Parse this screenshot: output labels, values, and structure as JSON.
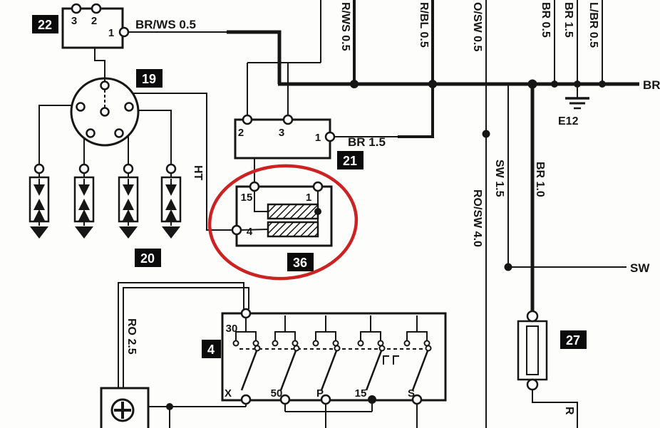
{
  "plates": {
    "p22": "22",
    "p19": "19",
    "p21": "21",
    "p20": "20",
    "p36": "36",
    "p4": "4",
    "p27": "27"
  },
  "wires": {
    "br_ws": "BR/WS 0.5",
    "br15": "BR 1.5",
    "br": "BR",
    "sw": "SW",
    "e12": "E12",
    "ht": "HT",
    "top_br_ws": "R/WS 0.5",
    "top_br_bl": "R/BL 0.5",
    "top_ro_sw": "O/SW 0.5",
    "top_br05": "BR 0.5",
    "top_br15": "BR 1.5",
    "top_bl_br": "L/BR 0.5",
    "ro_sw40": "RO/SW 4.0",
    "sw15": "SW 1.5",
    "br10": "BR 1.0",
    "ro25": "RO 2.5",
    "r_cut": "R"
  },
  "terminals": {
    "c22_3": "3",
    "c22_2": "2",
    "c22_1": "1",
    "c21_2": "2",
    "c21_3": "3",
    "c21_1": "1",
    "c36_15": "15",
    "c36_1": "1",
    "c36_4": "4",
    "c4_30": "30",
    "c4_x": "X",
    "c4_50": "50",
    "c4_p": "P",
    "c4_15": "15",
    "c4_s": "S"
  },
  "colors": {
    "line": "#161616",
    "highlight": "#cc2222",
    "bg": "#fdfdfc"
  }
}
